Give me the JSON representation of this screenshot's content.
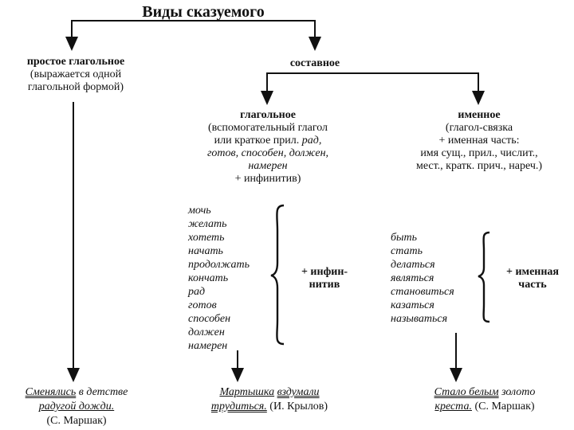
{
  "title": "Виды сказуемого",
  "simple": {
    "name": "простое глагольное",
    "desc": [
      "(выражается одной",
      "глагольной формой)"
    ],
    "example": {
      "w1": "Сменялись",
      "w2": " в детстве",
      "line2": "радугой дожди.",
      "author": "(С. Маршак)"
    }
  },
  "compound": {
    "name": "составное",
    "verbal": {
      "name": "глагольное",
      "desc": [
        "(вспомогательный глагол",
        "или краткое прил.",
        "рад,",
        "готов, способен, должен,",
        "намерен",
        "+ инфинитив)"
      ],
      "words": [
        "мочь",
        "желать",
        "хотеть",
        "начать",
        "продолжать",
        "кончать",
        "рад",
        "готов",
        "способен",
        "должен",
        "намерен"
      ],
      "brace_label": [
        "+ инфин-",
        "нитив"
      ],
      "example": {
        "w1": "Мартышка",
        "w2": "вздумали",
        "w3": "трудиться.",
        "rest": " (И. Крылов)"
      }
    },
    "nominal": {
      "name": "именное",
      "desc": [
        "(глагол-связка",
        "+ именная часть:",
        "имя сущ., прил., числит.,",
        "мест., кратк. прич., нареч.)"
      ],
      "words": [
        "быть",
        "стать",
        "делаться",
        "являться",
        "становиться",
        "казаться",
        "называться"
      ],
      "brace_label": [
        "+ именная",
        "часть"
      ],
      "example": {
        "w1": "Стало белым",
        "w2": " золото",
        "w3": "креста.",
        "rest": " (С. Маршак)"
      }
    }
  }
}
